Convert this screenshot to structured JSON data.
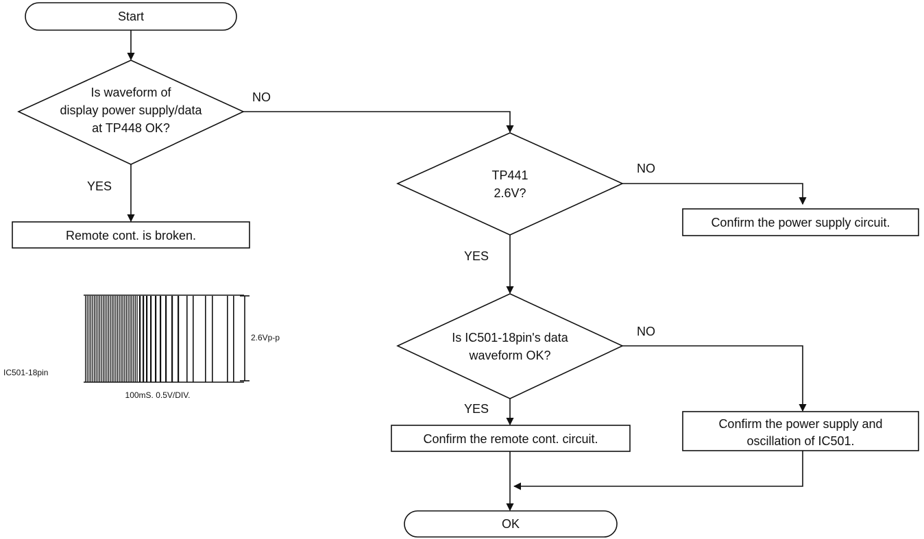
{
  "nodes": {
    "start": "Start",
    "q_waveform": [
      "Is waveform of",
      "display power supply/data",
      "at TP448 OK?"
    ],
    "remote_broken": "Remote cont. is broken.",
    "q_tp441": [
      "TP441",
      "2.6V?"
    ],
    "confirm_power": "Confirm the power supply circuit.",
    "q_ic501": [
      "Is IC501-18pin's data",
      "waveform OK?"
    ],
    "confirm_remote": "Confirm the remote cont. circuit.",
    "confirm_osc": [
      "Confirm the power supply and",
      "oscillation of IC501."
    ],
    "ok": "OK"
  },
  "edges": {
    "q_waveform_no": "NO",
    "q_waveform_yes": "YES",
    "q_tp441_no": "NO",
    "q_tp441_yes": "YES",
    "q_ic501_no": "NO",
    "q_ic501_yes": "YES"
  },
  "waveform": {
    "pin_label": "IC501-18pin",
    "amplitude_label": "2.6Vp-p",
    "scale_label": "100mS. 0.5V/DIV."
  }
}
